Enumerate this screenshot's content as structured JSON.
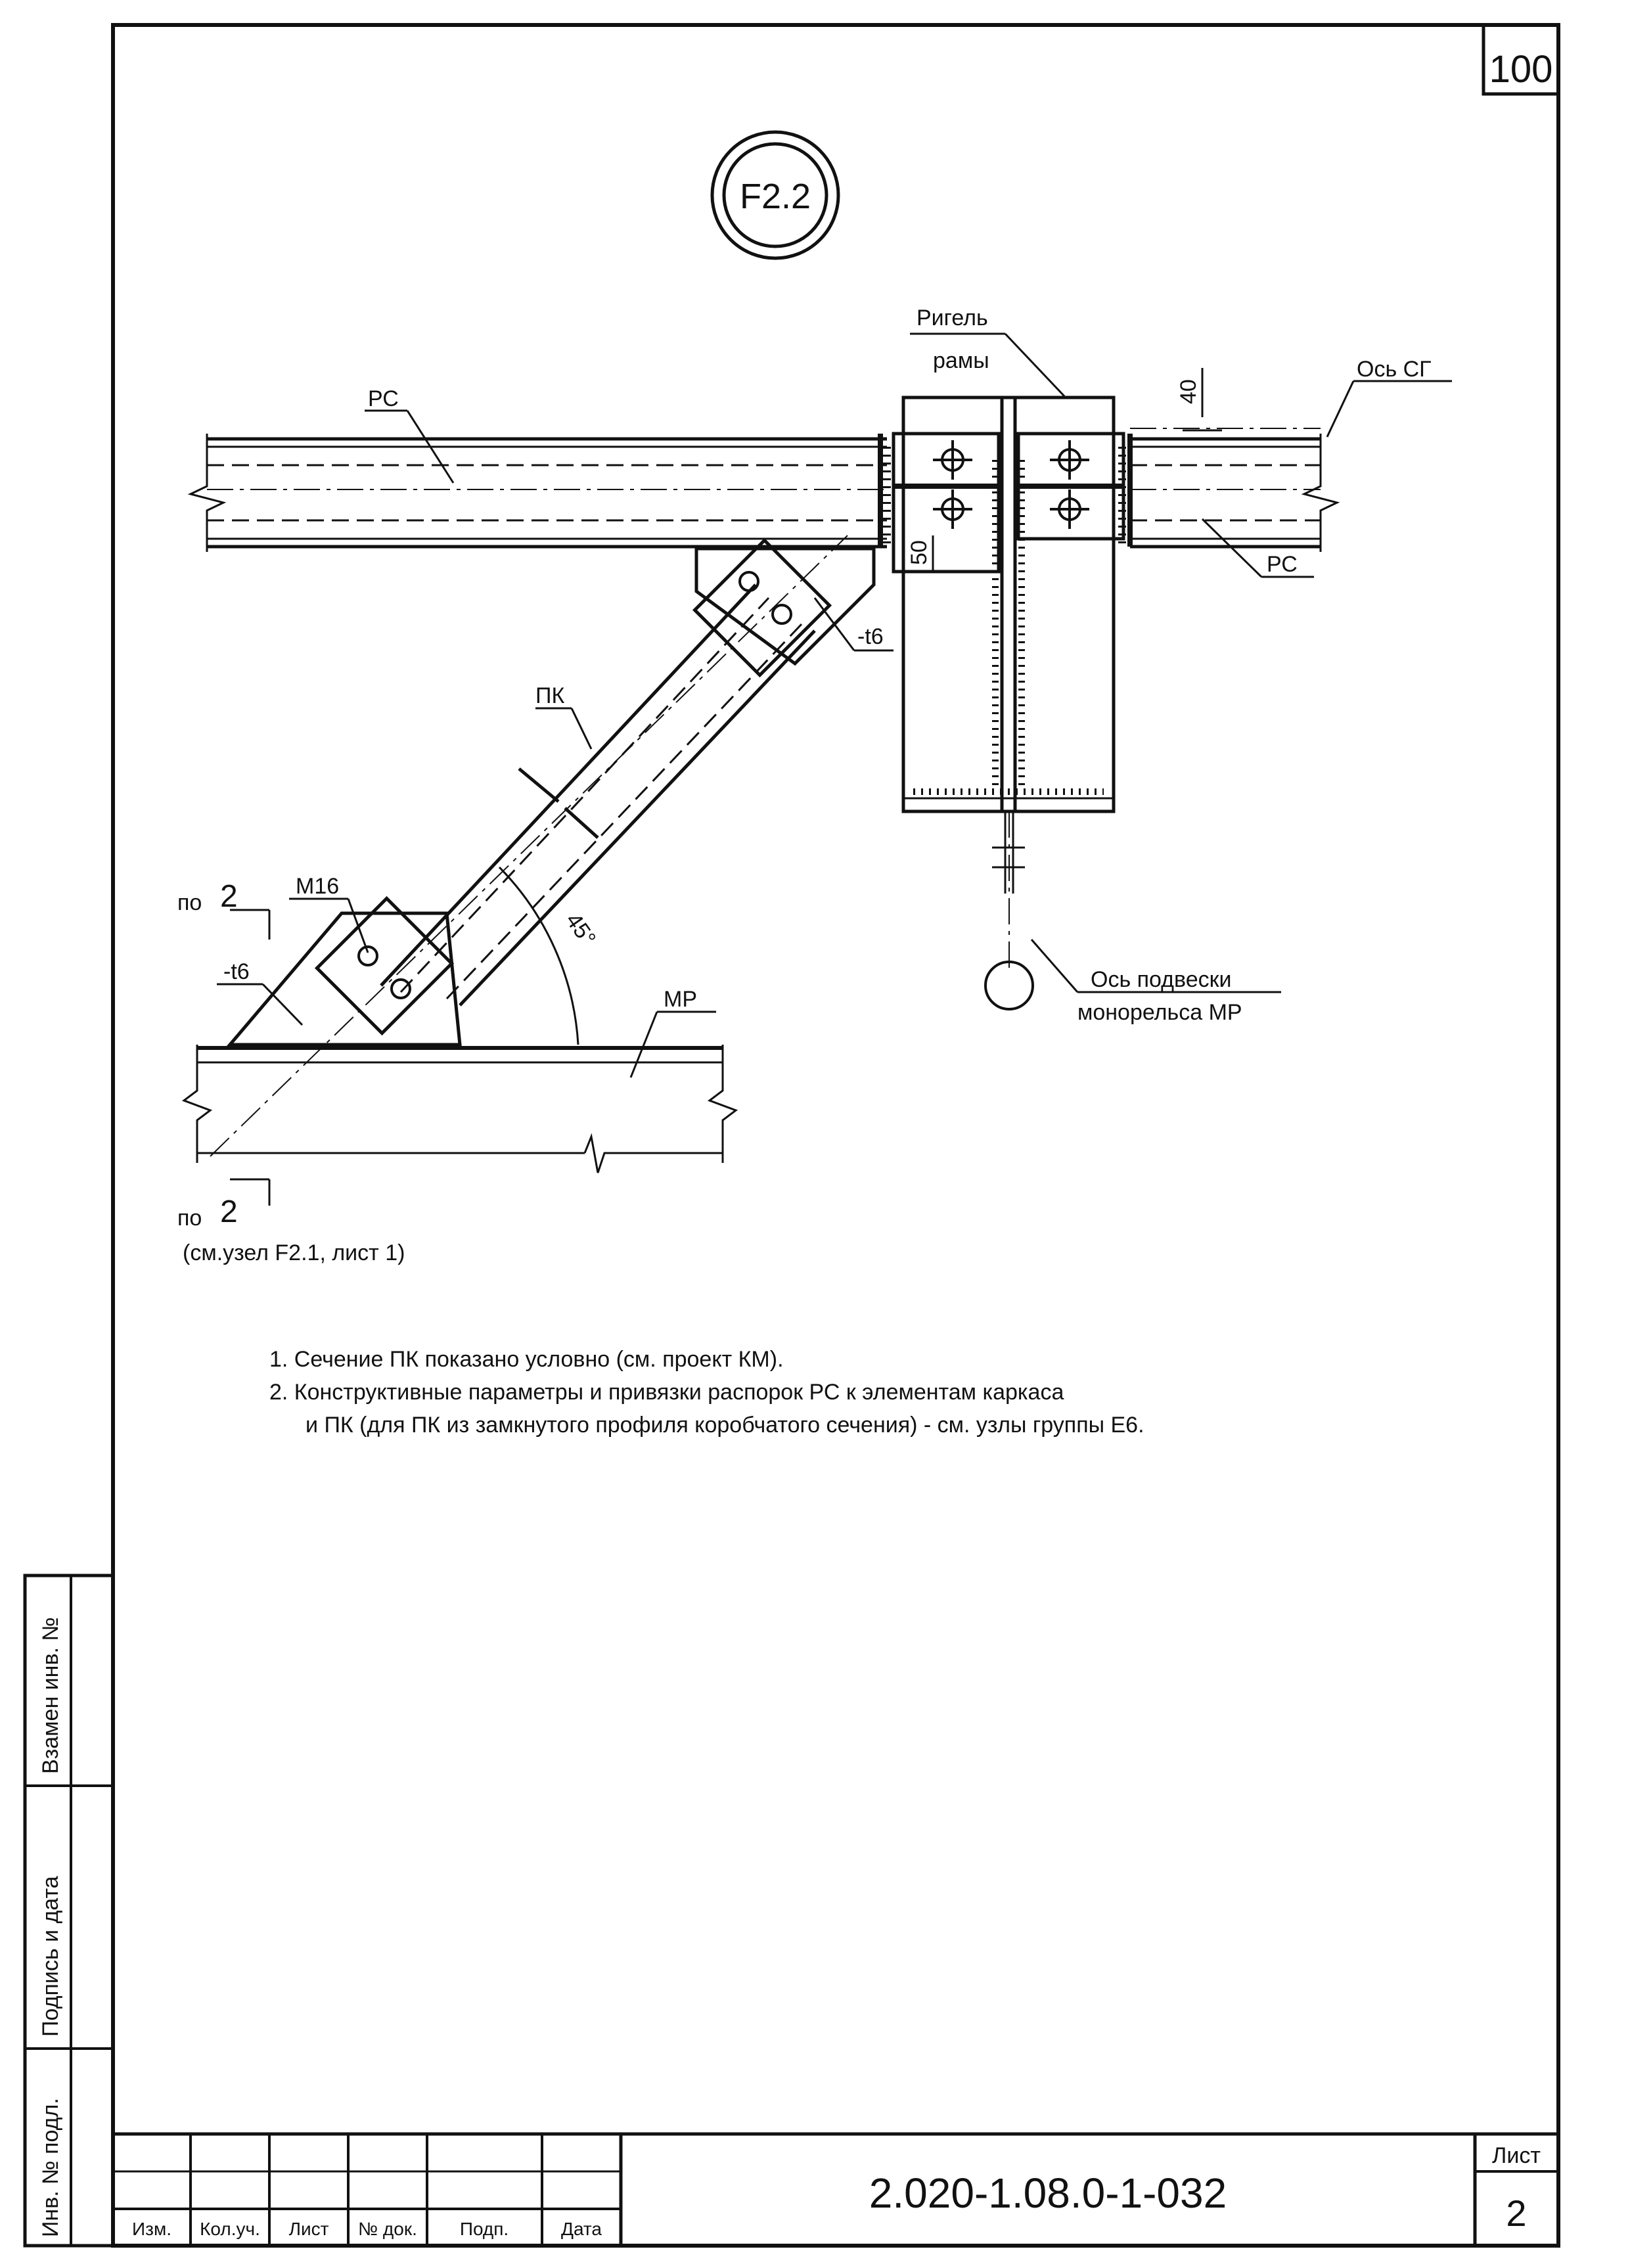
{
  "sheet": {
    "corner_number": "100",
    "node_mark": "F2.2",
    "doc_code": "2.020-1.08.0-1-032",
    "sheet_label": "Лист",
    "sheet_number": "2"
  },
  "drawing": {
    "rigel_line1": "Ригель",
    "rigel_line2": "рамы",
    "axis_sg": "Ось СГ",
    "dim_40": "40",
    "dim_50": "50",
    "pc_left": "РС",
    "pc_right": "РС",
    "plate_t6_top": "-t6",
    "pk": "ПК",
    "bolt": "М16",
    "plate_t6_bottom": "-t6",
    "angle": "45°",
    "mp": "МР",
    "section_top_po": "по",
    "section_top_num": "2",
    "section_bottom_po": "по",
    "section_bottom_num": "2",
    "see_node": "(см.узел F2.1, лист 1)",
    "axis_hanger_line1": "Ось подвески",
    "axis_hanger_line2": "монорельса МР"
  },
  "notes": [
    "1. Сечение ПК показано условно (см. проект КМ).",
    "2. Конструктивные параметры и привязки распорок РС к элементам каркаса",
    "и ПК (для ПК из замкнутого профиля коробчатого сечения) - см. узлы группы Е6."
  ],
  "left_stamp": {
    "vzamen": "Взамен инв. №",
    "podpis": "Подпись и дата",
    "inv": "Инв. № подл."
  },
  "title_block": {
    "headers": [
      "Изм.",
      "Кол.уч.",
      "Лист",
      "№ док.",
      "Подп.",
      "Дата"
    ]
  }
}
